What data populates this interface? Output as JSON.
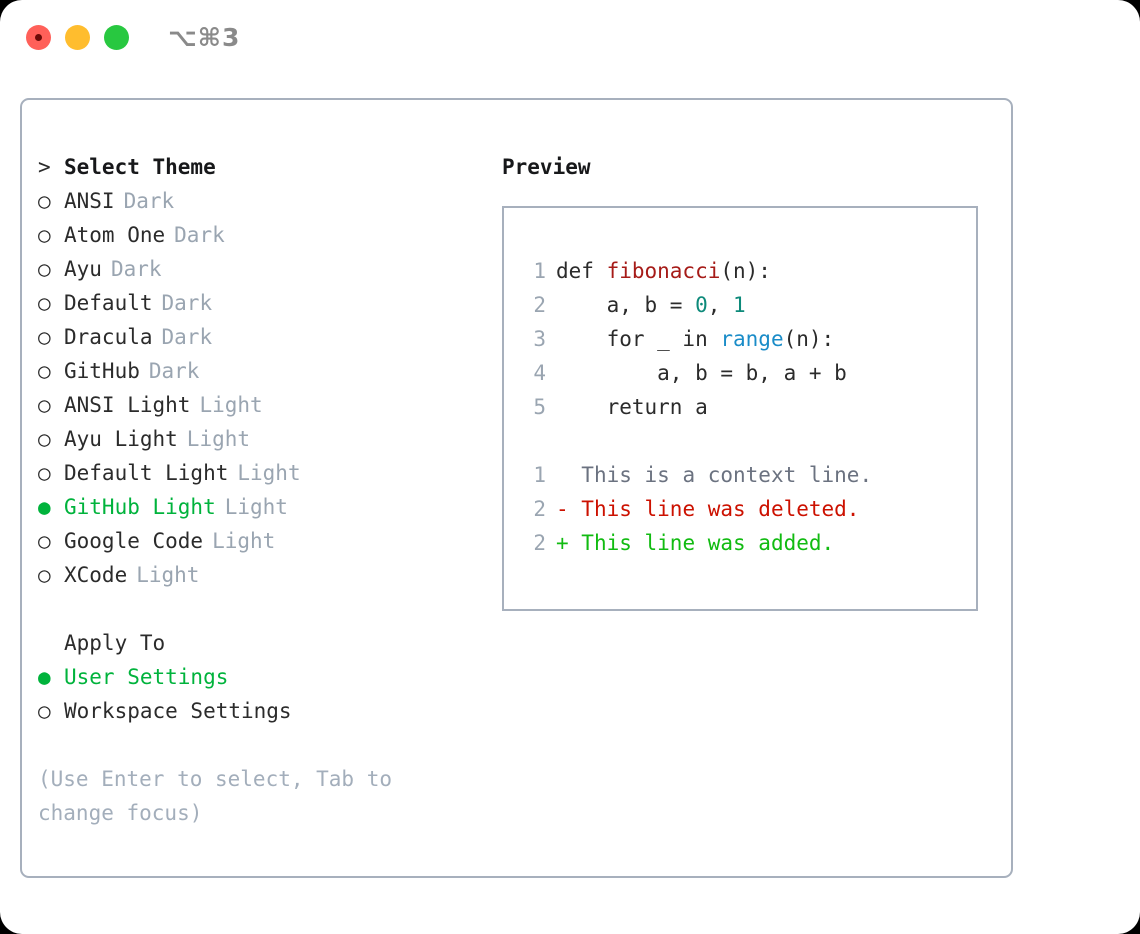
{
  "titlebar": {
    "shortcut": "⌥⌘3",
    "buttons": [
      {
        "name": "close",
        "color": "#ff6059"
      },
      {
        "name": "minimize",
        "color": "#ffbd2e"
      },
      {
        "name": "zoom",
        "color": "#28c840"
      }
    ]
  },
  "theme_picker": {
    "heading": "Select Theme",
    "heading_prefix": ">",
    "bullet_unselected": "○",
    "bullet_selected": "●",
    "items": [
      {
        "label": "ANSI",
        "tag": "Dark",
        "selected": false
      },
      {
        "label": "Atom One",
        "tag": "Dark",
        "selected": false
      },
      {
        "label": "Ayu",
        "tag": "Dark",
        "selected": false
      },
      {
        "label": "Default",
        "tag": "Dark",
        "selected": false
      },
      {
        "label": "Dracula",
        "tag": "Dark",
        "selected": false
      },
      {
        "label": "GitHub",
        "tag": "Dark",
        "selected": false
      },
      {
        "label": "ANSI Light",
        "tag": "Light",
        "selected": false
      },
      {
        "label": "Ayu Light",
        "tag": "Light",
        "selected": false
      },
      {
        "label": "Default Light",
        "tag": "Light",
        "selected": false
      },
      {
        "label": "GitHub Light",
        "tag": "Light",
        "selected": true
      },
      {
        "label": "Google Code",
        "tag": "Light",
        "selected": false
      },
      {
        "label": "XCode",
        "tag": "Light",
        "selected": false
      }
    ]
  },
  "apply_to": {
    "heading": "Apply To",
    "items": [
      {
        "label": "User Settings",
        "selected": true
      },
      {
        "label": "Workspace Settings",
        "selected": false
      }
    ]
  },
  "hint": "(Use Enter to select, Tab to change focus)",
  "preview": {
    "title": "Preview",
    "code_lines": [
      {
        "number": "1",
        "tokens": [
          {
            "text": "def ",
            "kind": "plain"
          },
          {
            "text": "fibonacci",
            "kind": "fn"
          },
          {
            "text": "(n):",
            "kind": "plain"
          }
        ]
      },
      {
        "number": "2",
        "tokens": [
          {
            "text": "    a, b = ",
            "kind": "plain"
          },
          {
            "text": "0",
            "kind": "num"
          },
          {
            "text": ", ",
            "kind": "plain"
          },
          {
            "text": "1",
            "kind": "num"
          }
        ]
      },
      {
        "number": "3",
        "tokens": [
          {
            "text": "    for _ in ",
            "kind": "plain"
          },
          {
            "text": "range",
            "kind": "builtin"
          },
          {
            "text": "(n):",
            "kind": "plain"
          }
        ]
      },
      {
        "number": "4",
        "tokens": [
          {
            "text": "        a, b = b, a + b",
            "kind": "plain"
          }
        ]
      },
      {
        "number": "5",
        "tokens": [
          {
            "text": "    return a",
            "kind": "plain"
          }
        ]
      }
    ],
    "diff_lines": [
      {
        "number": "1",
        "marker": " ",
        "text": "This is a context line.",
        "kind": "context"
      },
      {
        "number": "2",
        "marker": "-",
        "text": "This line was deleted.",
        "kind": "deleted"
      },
      {
        "number": "2",
        "marker": "+",
        "text": "This line was added.",
        "kind": "added"
      }
    ]
  },
  "colors": {
    "accent_green": "#00b33c",
    "tag_gray": "#9aa5b1",
    "border": "#a7b0bd",
    "diff_deleted": "#cc1100",
    "diff_added": "#11bb11",
    "token_function": "#a61b18",
    "token_number": "#0d8a7a",
    "token_builtin": "#1a8cc8"
  }
}
